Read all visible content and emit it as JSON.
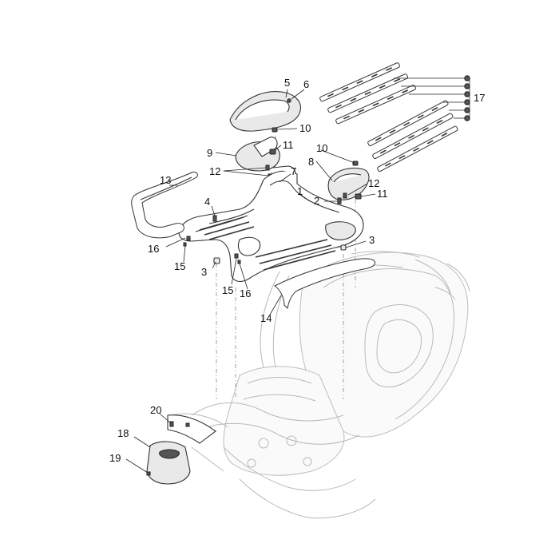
{
  "callouts": {
    "c1": "1",
    "c2": "2",
    "c3a": "3",
    "c3b": "3",
    "c4": "4",
    "c5": "5",
    "c6": "6",
    "c7": "7",
    "c8": "8",
    "c9": "9",
    "c10a": "10",
    "c10b": "10",
    "c11a": "11",
    "c11b": "11",
    "c12a": "12",
    "c12b": "12",
    "c13": "13",
    "c14": "14",
    "c15a": "15",
    "c15b": "15",
    "c16a": "16",
    "c16b": "16",
    "c17": "17",
    "c18": "18",
    "c19": "19",
    "c20": "20"
  }
}
